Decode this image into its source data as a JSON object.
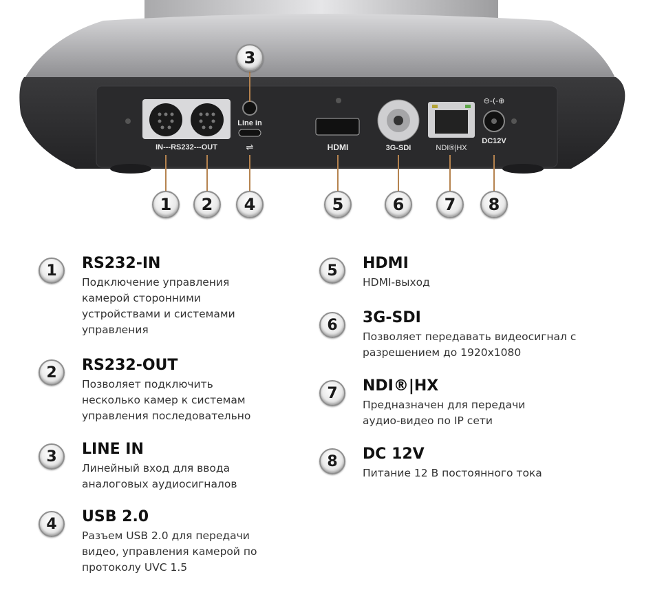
{
  "photo": {
    "connector_labels": {
      "rs232": "IN---RS232---OUT",
      "line_in": "Line in",
      "hdmi": "HDMI",
      "sdi": "3G-SDI",
      "ndi": "NDI®|HX",
      "dc": "DC12V"
    },
    "callout_numbers": [
      "1",
      "2",
      "3",
      "4",
      "5",
      "6",
      "7",
      "8"
    ]
  },
  "ports": [
    {
      "num": "1",
      "title": "RS232-IN",
      "lines": [
        "Подключение управления",
        "камерой сторонними",
        "устройствами и системами",
        "управления"
      ]
    },
    {
      "num": "2",
      "title": "RS232-OUT",
      "lines": [
        "Позволяет подключить",
        "несколько камер к системам",
        "управления последовательно"
      ]
    },
    {
      "num": "3",
      "title": "LINE IN",
      "lines": [
        "Линейный вход для ввода",
        "аналоговых аудиосигналов"
      ]
    },
    {
      "num": "4",
      "title": "USB 2.0",
      "lines": [
        "Разъем USB 2.0 для передачи",
        "видео, управления камерой по",
        "протоколу UVC 1.5"
      ]
    },
    {
      "num": "5",
      "title": "HDMI",
      "lines": [
        "HDMI-выход"
      ]
    },
    {
      "num": "6",
      "title": "3G-SDI",
      "lines": [
        "Позволяет передавать видеосигнал с",
        "разрешением до 1920x1080"
      ]
    },
    {
      "num": "7",
      "title": "NDI®|HX",
      "lines": [
        "Предназначен для передачи",
        "аудио-видео по IP сети"
      ]
    },
    {
      "num": "8",
      "title": "DC 12V",
      "lines": [
        "Питание 12 В постоянного тока"
      ]
    }
  ],
  "colors": {
    "leader_line": "#b5834f",
    "body_dark": "#2d2d2f",
    "body_silver": "#c9c9cb"
  }
}
